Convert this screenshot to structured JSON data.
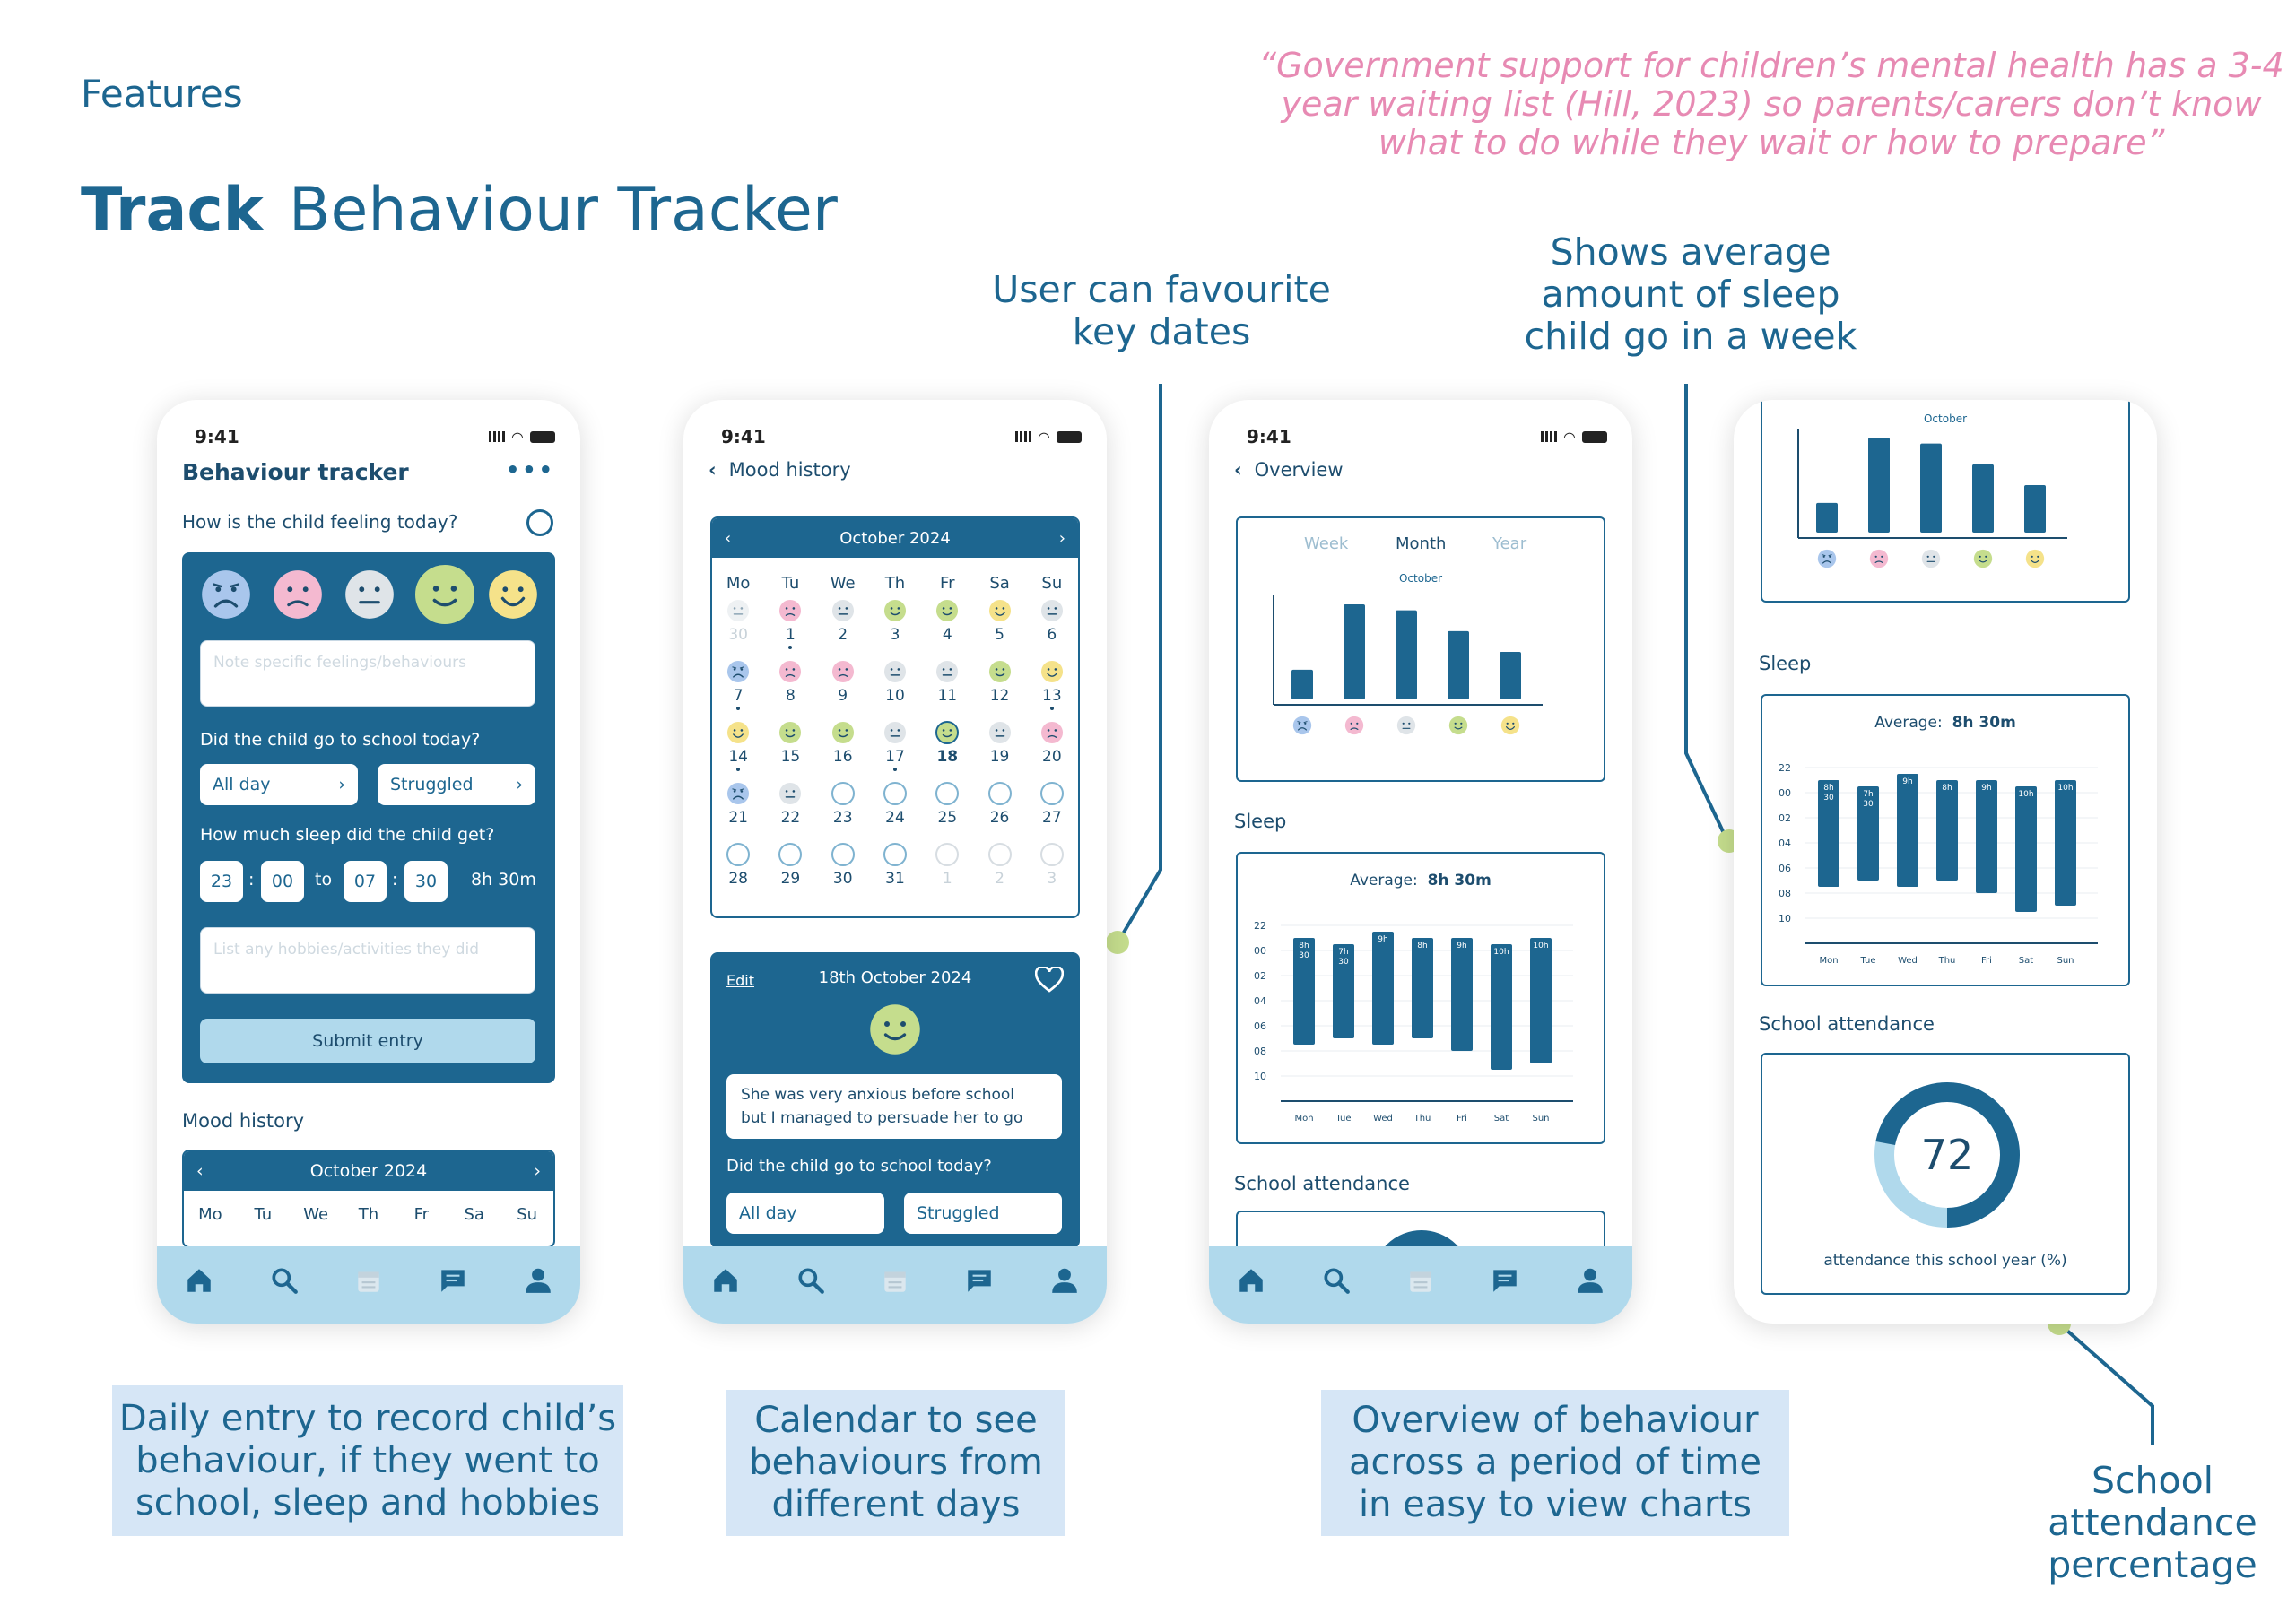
{
  "header": {
    "features": "Features",
    "title_bold": "Track",
    "title_rest": "Behaviour Tracker"
  },
  "quote": "“Government support for children’s mental health has a 3-4 year waiting list (Hill, 2023) so parents/carers don’t know what to do while they wait or how to prepare”",
  "notes": {
    "favourite": [
      "User can favourite",
      "key dates"
    ],
    "sleep": [
      "Shows average",
      "amount of sleep",
      "child go in a week"
    ],
    "attendance": [
      "School",
      "attendance",
      "percentage"
    ]
  },
  "captions": {
    "daily": [
      "Daily entry to record child’s",
      "behaviour, if they went to",
      "school, sleep and hobbies"
    ],
    "calendar": [
      "Calendar to see",
      "behaviours from",
      "different days"
    ],
    "overview": [
      "Overview of behaviour",
      "across a period of time",
      "in easy to view charts"
    ]
  },
  "status_time": "9:41",
  "colors": {
    "primary": "#1d6690",
    "light": "#b0d9ec",
    "blue": "#a9c6ec",
    "pink": "#f4b9d0",
    "grey": "#dfe4e8",
    "green": "#c5dd8d",
    "yellow": "#f5e28a",
    "quote": "#e78ab3"
  },
  "phone1": {
    "title": "Behaviour tracker",
    "question": "How is the child feeling today?",
    "note_placeholder": "Note specific feelings/behaviours",
    "school_q": "Did the child go to school today?",
    "school_opt1": "All day",
    "school_opt2": "Struggled",
    "sleep_q": "How much sleep did the child get?",
    "t1": "23",
    "t2": "00",
    "to": "to",
    "t3": "07",
    "t4": "30",
    "total": "8h 30m",
    "hobbies_placeholder": "List any hobbies/activities they did",
    "submit": "Submit entry",
    "mood_history": "Mood history",
    "month": "October 2024"
  },
  "weekdays": [
    "Mo",
    "Tu",
    "We",
    "Th",
    "Fr",
    "Sa",
    "Su"
  ],
  "phone2": {
    "back": "Mood history",
    "month": "October 2024",
    "edit": "Edit",
    "entry_date": "18th October 2024",
    "entry_note_1": "She was very anxious before school",
    "entry_note_2": "but I managed to persuade her to go",
    "school_q": "Did the child go to school today?",
    "opt1": "All day",
    "opt2": "Struggled"
  },
  "calendar": [
    [
      [
        "30",
        "grey",
        1
      ],
      [
        "1",
        "pink",
        0
      ],
      [
        "2",
        "grey",
        0
      ],
      [
        "3",
        "green",
        0
      ],
      [
        "4",
        "green",
        0
      ],
      [
        "5",
        "yellow",
        0
      ],
      [
        "6",
        "grey",
        0
      ]
    ],
    [
      [
        "7",
        "blue",
        0
      ],
      [
        "8",
        "pink",
        0
      ],
      [
        "9",
        "pink",
        0
      ],
      [
        "10",
        "grey",
        0
      ],
      [
        "11",
        "grey",
        0
      ],
      [
        "12",
        "green",
        0
      ],
      [
        "13",
        "yellow",
        0
      ]
    ],
    [
      [
        "14",
        "yellow",
        0
      ],
      [
        "15",
        "green",
        0
      ],
      [
        "16",
        "green",
        0
      ],
      [
        "17",
        "grey",
        0
      ],
      [
        "18",
        "green",
        0
      ],
      [
        "19",
        "grey",
        0
      ],
      [
        "20",
        "pink",
        0
      ]
    ],
    [
      [
        "21",
        "blue",
        0
      ],
      [
        "22",
        "grey",
        0
      ],
      [
        "23",
        "empty",
        0
      ],
      [
        "24",
        "empty",
        0
      ],
      [
        "25",
        "empty",
        0
      ],
      [
        "26",
        "empty",
        0
      ],
      [
        "27",
        "empty",
        0
      ]
    ],
    [
      [
        "28",
        "empty",
        0
      ],
      [
        "29",
        "empty",
        0
      ],
      [
        "30",
        "empty",
        0
      ],
      [
        "31",
        "empty",
        0
      ],
      [
        "1",
        "empty",
        1
      ],
      [
        "2",
        "empty",
        1
      ],
      [
        "3",
        "empty",
        1
      ]
    ]
  ],
  "phone3": {
    "back": "Overview",
    "tab_week": "Week",
    "tab_month": "Month",
    "tab_year": "Year",
    "chart_month": "October",
    "sleep": "Sleep",
    "average_label": "Average:",
    "average_value": "8h 30m",
    "school_attendance": "School attendance"
  },
  "phone4": {
    "chart_month": "October",
    "sleep": "Sleep",
    "average_label": "Average:",
    "average_value": "8h 30m",
    "school_attendance": "School attendance",
    "attendance_value": "72",
    "attendance_caption": "attendance this school year (%)"
  },
  "chart_data": [
    {
      "type": "bar",
      "title": "October",
      "categories": [
        "very sad",
        "sad",
        "neutral",
        "happy",
        "very happy"
      ],
      "values": [
        1,
        3.2,
        3,
        2.3,
        1.6
      ]
    },
    {
      "type": "bar",
      "title": "Average: 8h 30m",
      "categories": [
        "Mon",
        "Tue",
        "Wed",
        "Thu",
        "Fri",
        "Sat",
        "Sun"
      ],
      "ylabels": [
        "22",
        "00",
        "02",
        "04",
        "06",
        "08",
        "10"
      ],
      "bar_labels": [
        "8h 30",
        "7h 30",
        "9h",
        "8h",
        "9h",
        "10h",
        "10h"
      ],
      "start": [
        23,
        23.5,
        22.5,
        23,
        23,
        23.5,
        23
      ],
      "end": [
        7.5,
        7,
        7.5,
        7,
        8,
        9.5,
        9
      ]
    },
    {
      "type": "pie",
      "title": "attendance this school year (%)",
      "values": [
        72,
        28
      ]
    }
  ]
}
